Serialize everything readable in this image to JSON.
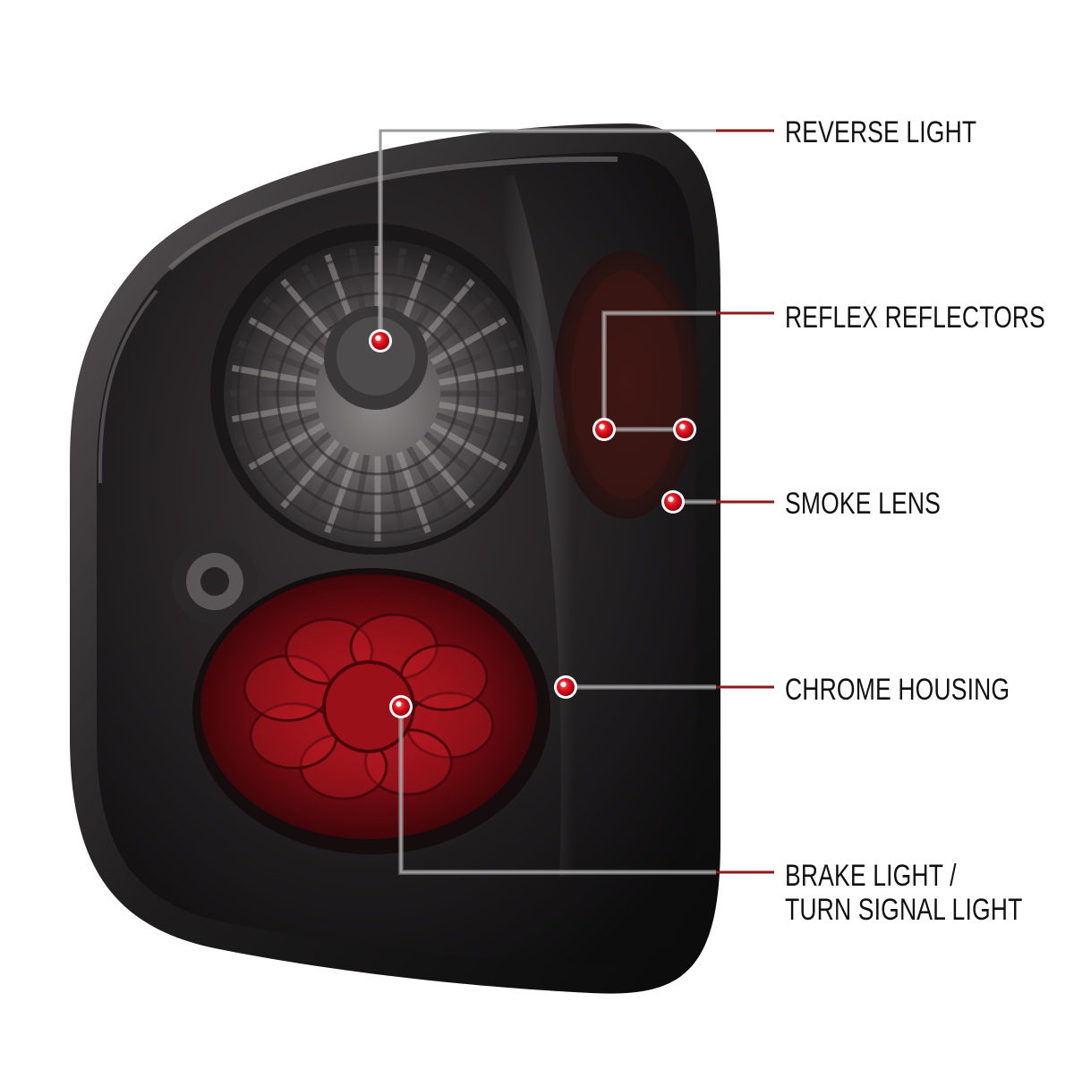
{
  "colors": {
    "background": "#ffffff",
    "leader_gray": "#9a9a9a",
    "leader_red": "#8b1a1a",
    "marker_red": "#e0101a",
    "housing_dark": "#1c1a1b",
    "brake_red": "#7a0c12",
    "label_text": "#111111"
  },
  "callouts": [
    {
      "id": "reverse",
      "lines": [
        "REVERSE LIGHT"
      ]
    },
    {
      "id": "reflex",
      "lines": [
        "REFLEX REFLECTORS"
      ]
    },
    {
      "id": "smoke",
      "lines": [
        "SMOKE LENS"
      ]
    },
    {
      "id": "chrome",
      "lines": [
        "CHROME HOUSING"
      ]
    },
    {
      "id": "brake",
      "lines": [
        "BRAKE LIGHT /",
        "TURN SIGNAL LIGHT"
      ]
    }
  ]
}
